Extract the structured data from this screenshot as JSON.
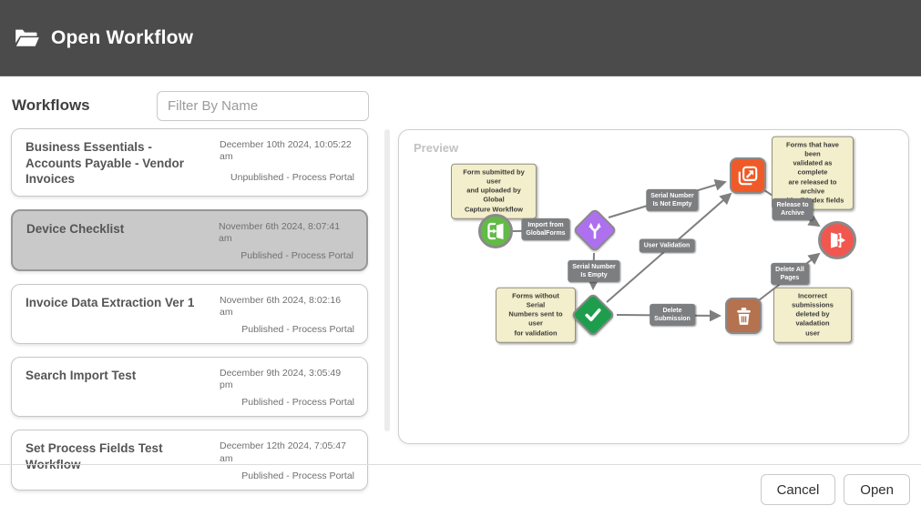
{
  "header": {
    "title": "Open Workflow",
    "icon": "folder-open-icon"
  },
  "workflows": {
    "heading": "Workflows",
    "filter_placeholder": "Filter By Name",
    "items": [
      {
        "name": "Business Essentials - Accounts Payable - Vendor Invoices",
        "date": "December 10th 2024, 10:05:22 am",
        "status": "Unpublished - Process Portal",
        "selected": false
      },
      {
        "name": "Device Checklist",
        "date": "November 6th 2024, 8:07:41 am",
        "status": "Published - Process Portal",
        "selected": true
      },
      {
        "name": "Invoice Data Extraction Ver 1",
        "date": "November 6th 2024, 8:02:16 am",
        "status": "Published - Process Portal",
        "selected": false
      },
      {
        "name": "Search Import Test",
        "date": "December 9th 2024, 3:05:49 pm",
        "status": "Published - Process Portal",
        "selected": false
      },
      {
        "name": "Set Process Fields Test Workflow",
        "date": "December 12th 2024, 7:05:47 am",
        "status": "Published - Process Portal",
        "selected": false
      }
    ]
  },
  "preview": {
    "label": "Preview",
    "diagram": {
      "nodes": [
        {
          "id": "start",
          "type": "start-circle",
          "icon": "import-icon",
          "color": "#62BB46"
        },
        {
          "id": "branch",
          "type": "decision-diamond",
          "icon": "branch-icon",
          "color": "#AD70EE"
        },
        {
          "id": "forward",
          "type": "queue-square",
          "icon": "forward-icon",
          "color": "#F05A28"
        },
        {
          "id": "archive",
          "type": "end-circle",
          "icon": "exit-icon",
          "color": "#F1574F"
        },
        {
          "id": "validate",
          "type": "decision-diamond",
          "icon": "check-icon",
          "color": "#1E9E4D"
        },
        {
          "id": "delete",
          "type": "queue-square",
          "icon": "trash-icon",
          "color": "#B4724F"
        }
      ],
      "notes": [
        {
          "id": "note-start",
          "text": "Form submitted by user\nand uploaded by Global\nCapture Workflow"
        },
        {
          "id": "note-archive",
          "text": "Forms that have been\nvalidated as complete\nare released to archive\nwith all index fields"
        },
        {
          "id": "note-validate",
          "text": "Forms without Serial\nNumbers sent to user\nfor validation"
        },
        {
          "id": "note-delete",
          "text": "Incorrect submissions\ndeleted by valadation\nuser"
        }
      ],
      "edge_labels": [
        {
          "id": "import",
          "text": "Import from\nGlobalForms"
        },
        {
          "id": "serial-not-empty",
          "text": "Serial Number\nIs Not Empty"
        },
        {
          "id": "serial-empty",
          "text": "Serial Number\nIs Empty"
        },
        {
          "id": "user-validation",
          "text": "User Validation"
        },
        {
          "id": "release-archive",
          "text": "Release to\nArchive"
        },
        {
          "id": "delete-submission",
          "text": "Delete\nSubmission"
        },
        {
          "id": "delete-all-pages",
          "text": "Delete All\nPages"
        }
      ]
    }
  },
  "footer": {
    "cancel": "Cancel",
    "open": "Open"
  },
  "colors": {
    "header_bg": "#4B4B4B",
    "selected_card_bg": "#C9C9C9",
    "note_bg": "#F3EECB",
    "edge_gray": "#7F7F7F",
    "start_green": "#62BB46",
    "branch_purple": "#AD70EE",
    "queue_orange": "#F05A28",
    "end_red": "#F1574F",
    "check_green": "#1E9E4D",
    "delete_brown": "#B4724F"
  }
}
